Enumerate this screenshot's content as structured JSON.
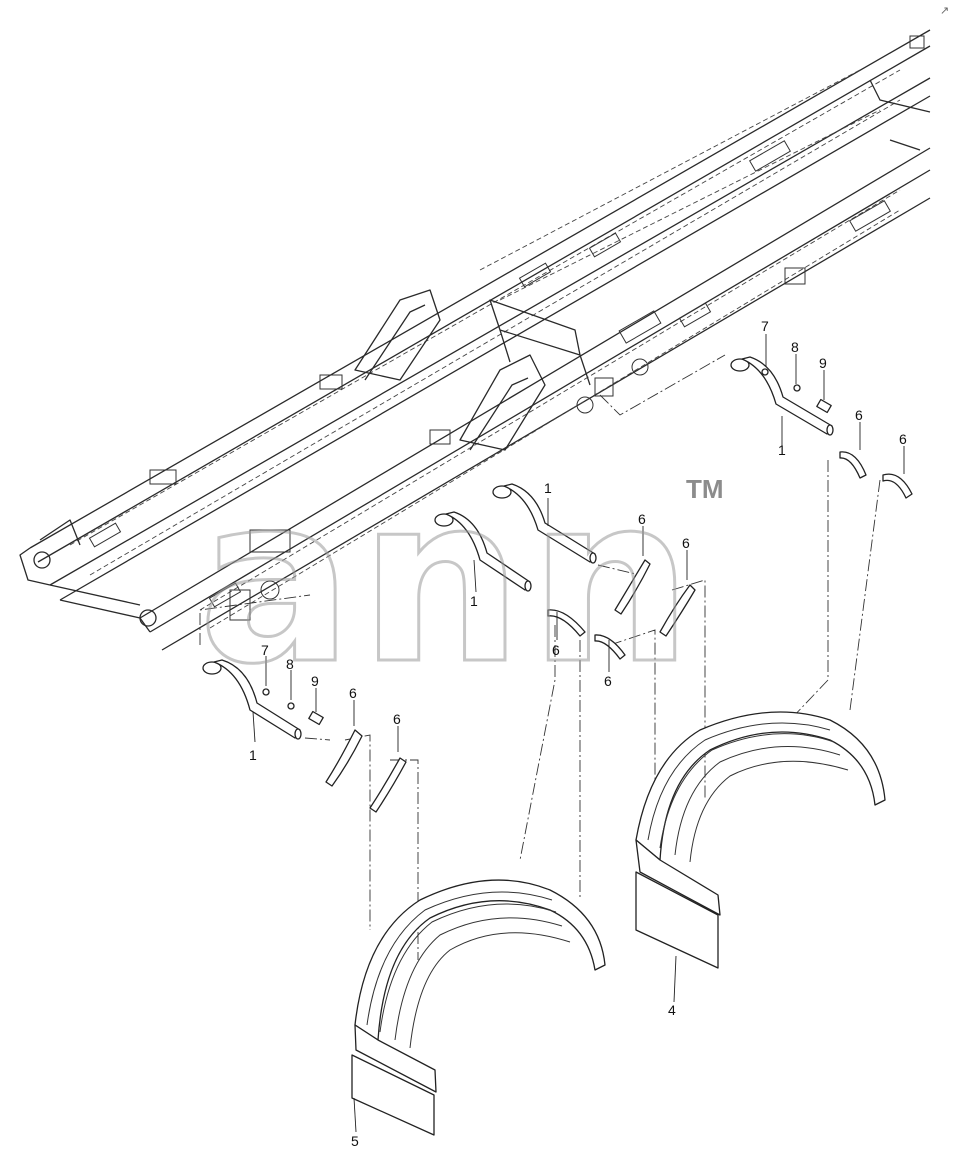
{
  "diagram": {
    "watermark_text": "ann",
    "watermark_mark": "TM",
    "corner_mark": "↗",
    "callouts": [
      {
        "id": "c-7a",
        "text": "7"
      },
      {
        "id": "c-8a",
        "text": "8"
      },
      {
        "id": "c-9a",
        "text": "9"
      },
      {
        "id": "c-6a",
        "text": "6"
      },
      {
        "id": "c-6b",
        "text": "6"
      },
      {
        "id": "c-1a",
        "text": "1"
      },
      {
        "id": "c-1b",
        "text": "1"
      },
      {
        "id": "c-1c",
        "text": "1"
      },
      {
        "id": "c-6c",
        "text": "6"
      },
      {
        "id": "c-6d",
        "text": "6"
      },
      {
        "id": "c-6e",
        "text": "6"
      },
      {
        "id": "c-6f",
        "text": "6"
      },
      {
        "id": "c-7b",
        "text": "7"
      },
      {
        "id": "c-8b",
        "text": "8"
      },
      {
        "id": "c-9b",
        "text": "9"
      },
      {
        "id": "c-1d",
        "text": "1"
      },
      {
        "id": "c-6g",
        "text": "6"
      },
      {
        "id": "c-6h",
        "text": "6"
      },
      {
        "id": "c-4",
        "text": "4"
      },
      {
        "id": "c-5",
        "text": "5"
      }
    ]
  }
}
